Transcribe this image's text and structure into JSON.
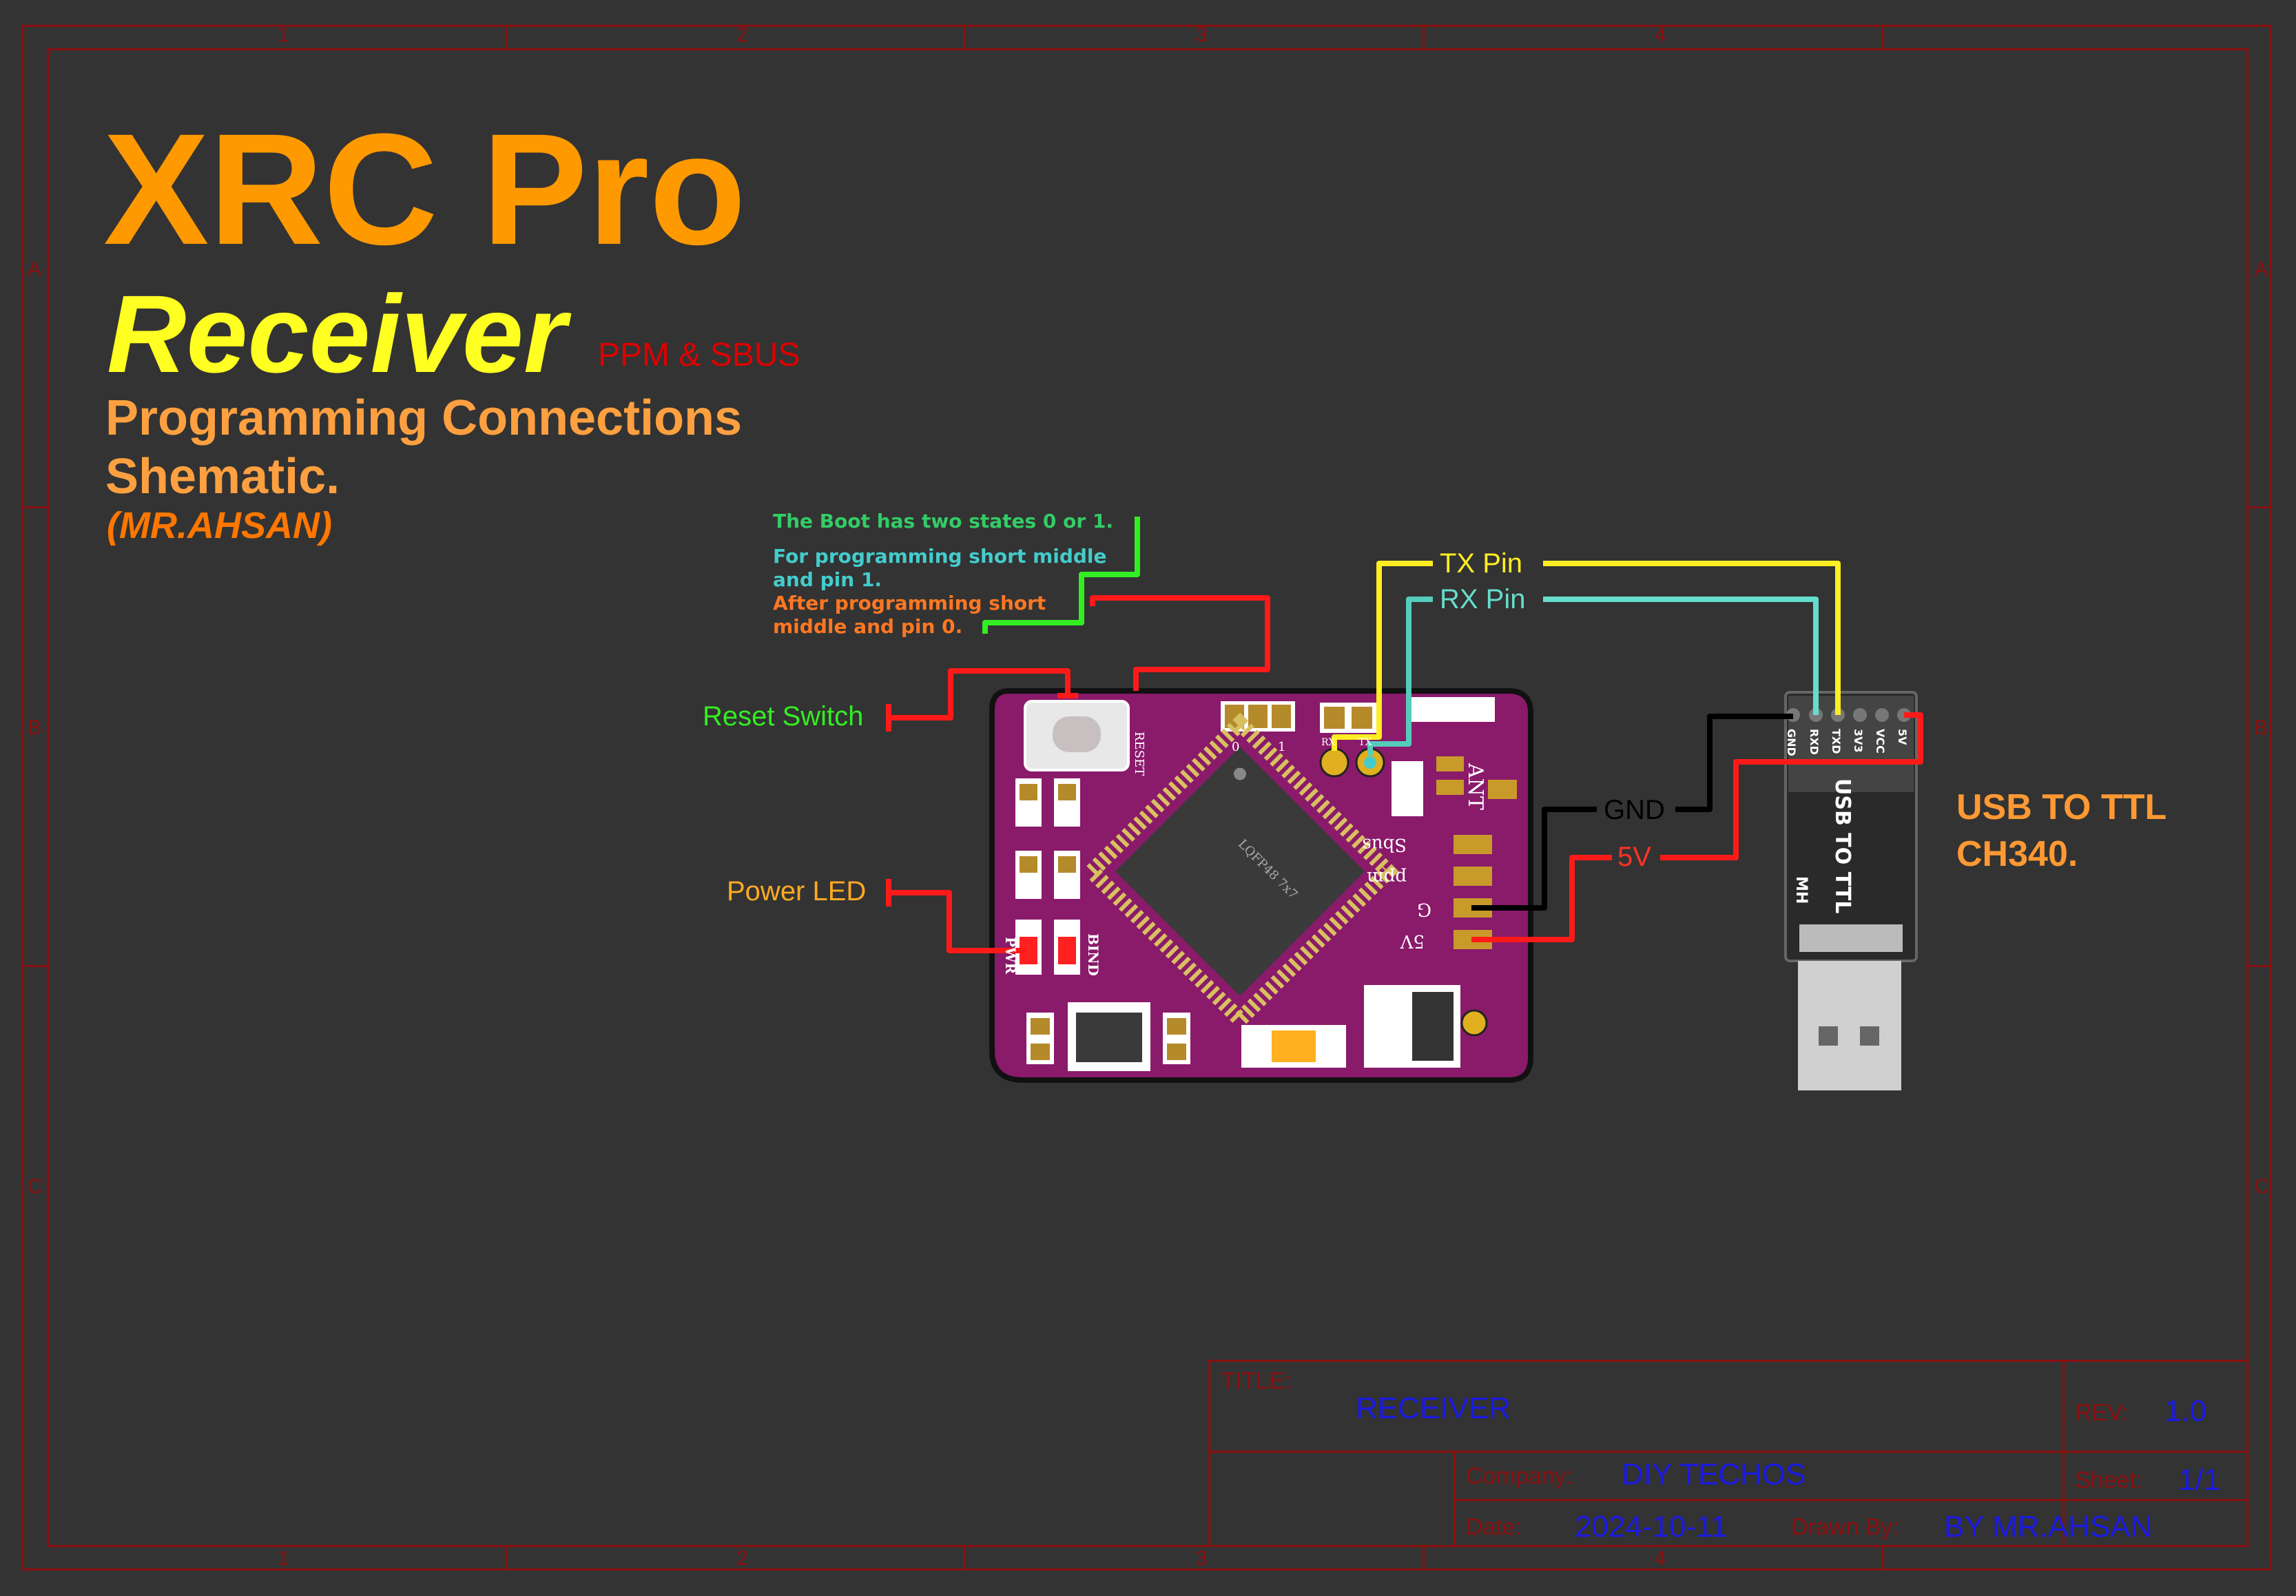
{
  "heading": {
    "line1": "XRC Pro",
    "line2": "Receiver",
    "line2_tag": "PPM & SBUS",
    "line3a": "Programming Connections",
    "line3b": "Shematic.",
    "author": "(MR.AHSAN)"
  },
  "boot_note": {
    "line1": "The Boot has two states 0 or 1.",
    "line2": "For programming short middle",
    "line3": "and pin 1.",
    "line4": "After programming short",
    "line5": "middle and pin 0."
  },
  "labels": {
    "reset_switch": "Reset Switch",
    "power_led": "Power LED",
    "tx_pin": "TX Pin",
    "rx_pin": "RX Pin",
    "gnd": "GND",
    "five_v": "5V",
    "usb_ttl_1": "USB TO TTL",
    "usb_ttl_2": "CH340."
  },
  "board_silk": {
    "reset": "RESET",
    "boot0": "0",
    "boot1": "1",
    "chip": "LQFP48 7x7",
    "sbus": "Sbus",
    "ppm": "ppm",
    "g": "G",
    "five_v": "5V",
    "pwr": "PWR",
    "bind": "BIND",
    "ant": "ANT",
    "rx": "RX",
    "tx": "TX"
  },
  "module_pins": [
    "GND",
    "RXD",
    "TXD",
    "3V3",
    "VCC",
    "5V"
  ],
  "module_silk": {
    "usb": "USB TO TTL",
    "mh": "MH"
  },
  "zones": {
    "columns": [
      "1",
      "2",
      "3",
      "4"
    ],
    "rows": [
      "A",
      "B",
      "C"
    ]
  },
  "title_block": {
    "title_label": "TITLE:",
    "title_value": "RECEIVER",
    "rev_label": "REV:",
    "rev_value": "1.0",
    "company_label": "Company:",
    "company_value": "DIY TECHOS",
    "sheet_label": "Sheet:",
    "sheet_value": "1/1",
    "date_label": "Date:",
    "date_value": "2024-10-11",
    "drawn_label": "Drawn By:",
    "drawn_value": "BY MR.AHSAN"
  },
  "colors": {
    "background": "#333333",
    "frame": "#8b1010",
    "pcb": "#8a1a6a",
    "title_orange": "#ff9900",
    "title_yellow": "#ffff22",
    "wire_red": "#ff1a1a",
    "wire_yellow": "#ffee22",
    "wire_cyan": "#66ddcc",
    "wire_green": "#33ee22",
    "wire_black": "#000000",
    "title_block_text": "#1a1ae0"
  }
}
